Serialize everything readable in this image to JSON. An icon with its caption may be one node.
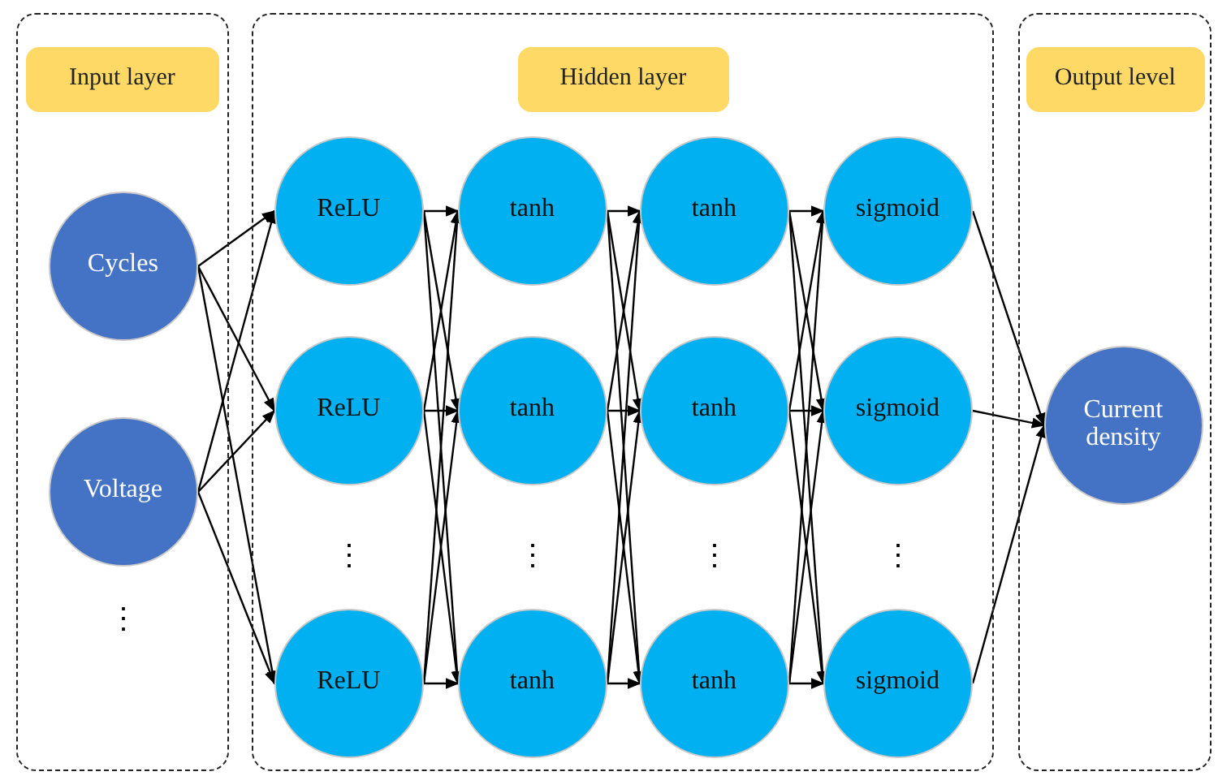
{
  "diagram": {
    "nodes": [
      {
        "text": [],
        "shape": "box"
      },
      {
        "text": [
          "Input layer"
        ],
        "in": 0
      },
      {
        "text": [
          "Cycles"
        ],
        "in": 0
      },
      {
        "text": [
          "Voltage"
        ],
        "in": 0
      },
      {
        "text": [],
        "shape": "box"
      },
      {
        "text": [
          "Hidden layer"
        ],
        "in": 4
      },
      {
        "text": [
          "ReLU"
        ],
        "in": 4
      },
      {
        "text": [
          "ReLU"
        ],
        "in": 4
      },
      {
        "text": [
          "ReLU"
        ],
        "in": 4
      },
      {
        "text": [
          "tanh"
        ],
        "in": 4
      },
      {
        "text": [
          "tanh"
        ],
        "in": 4
      },
      {
        "text": [
          "tanh"
        ],
        "in": 4
      },
      {
        "text": [
          "tanh"
        ],
        "in": 4
      },
      {
        "text": [
          "tanh"
        ],
        "in": 4
      },
      {
        "text": [
          "tanh"
        ],
        "in": 4
      },
      {
        "text": [
          "sigmoid"
        ],
        "in": 4
      },
      {
        "text": [
          "sigmoid"
        ],
        "in": 4
      },
      {
        "text": [
          "sigmoid"
        ],
        "in": 4
      },
      {
        "text": [],
        "shape": "box"
      },
      {
        "text": [
          "Output level"
        ],
        "in": 18
      },
      {
        "text": [
          "Current density"
        ],
        "in": 18
      }
    ],
    "edges": [
      {
        "from": 2,
        "to": 6,
        "arrow": "to"
      },
      {
        "from": 2,
        "to": 7,
        "arrow": "to"
      },
      {
        "from": 2,
        "to": 8,
        "arrow": "to"
      },
      {
        "from": 3,
        "to": 6,
        "arrow": "to"
      },
      {
        "from": 3,
        "to": 7,
        "arrow": "to"
      },
      {
        "from": 3,
        "to": 8,
        "arrow": "to"
      },
      {
        "from": 6,
        "to": 9,
        "arrow": "to"
      },
      {
        "from": 6,
        "to": 10,
        "arrow": "to"
      },
      {
        "from": 6,
        "to": 11,
        "arrow": "to"
      },
      {
        "from": 7,
        "to": 9,
        "arrow": "to"
      },
      {
        "from": 7,
        "to": 10,
        "arrow": "to"
      },
      {
        "from": 7,
        "to": 11,
        "arrow": "to"
      },
      {
        "from": 8,
        "to": 9,
        "arrow": "to"
      },
      {
        "from": 8,
        "to": 10,
        "arrow": "to"
      },
      {
        "from": 8,
        "to": 11,
        "arrow": "to"
      },
      {
        "from": 9,
        "to": 12,
        "arrow": "to"
      },
      {
        "from": 9,
        "to": 13,
        "arrow": "to"
      },
      {
        "from": 9,
        "to": 14,
        "arrow": "to"
      },
      {
        "from": 10,
        "to": 12,
        "arrow": "to"
      },
      {
        "from": 10,
        "to": 13,
        "arrow": "to"
      },
      {
        "from": 10,
        "to": 14,
        "arrow": "to"
      },
      {
        "from": 11,
        "to": 12,
        "arrow": "to"
      },
      {
        "from": 11,
        "to": 13,
        "arrow": "to"
      },
      {
        "from": 11,
        "to": 14,
        "arrow": "to"
      },
      {
        "from": 12,
        "to": 15,
        "arrow": "to"
      },
      {
        "from": 12,
        "to": 16,
        "arrow": "to"
      },
      {
        "from": 12,
        "to": 17,
        "arrow": "to"
      },
      {
        "from": 13,
        "to": 15,
        "arrow": "to"
      },
      {
        "from": 13,
        "to": 16,
        "arrow": "to"
      },
      {
        "from": 13,
        "to": 17,
        "arrow": "to"
      },
      {
        "from": 14,
        "to": 15,
        "arrow": "to"
      },
      {
        "from": 14,
        "to": 16,
        "arrow": "to"
      },
      {
        "from": 14,
        "to": 17,
        "arrow": "to"
      },
      {
        "from": 15,
        "to": 20,
        "arrow": "to"
      },
      {
        "from": 16,
        "to": 20,
        "arrow": "to"
      },
      {
        "from": 17,
        "to": 20,
        "arrow": "to"
      }
    ],
    "labels": [
      "⋮",
      "⋮",
      "⋮",
      "⋮",
      "⋮"
    ]
  }
}
